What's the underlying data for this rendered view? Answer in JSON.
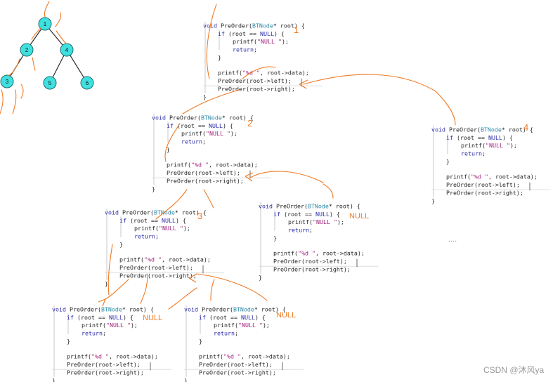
{
  "colors": {
    "node_fill": "#40e0e0",
    "node_stroke": "#1e6f6f",
    "edge": "#2a2a2a",
    "annotation": "#f07a24",
    "keyword": "#2a2aa8",
    "type": "#2b88a8",
    "string": "#a0207a",
    "text": "#222222",
    "guide": "#c7c7c7",
    "watermark": "#9a9a9a"
  },
  "tree": {
    "nodes": [
      {
        "id": "n1",
        "label": "1"
      },
      {
        "id": "n2",
        "label": "2"
      },
      {
        "id": "n4",
        "label": "4"
      },
      {
        "id": "n3",
        "label": "3"
      },
      {
        "id": "n5",
        "label": "5"
      },
      {
        "id": "n6",
        "label": "6"
      }
    ],
    "edges": [
      [
        "n1",
        "n2"
      ],
      [
        "n1",
        "n4"
      ],
      [
        "n2",
        "n3"
      ],
      [
        "n4",
        "n5"
      ],
      [
        "n4",
        "n6"
      ]
    ]
  },
  "code": {
    "header": {
      "kw": "void",
      "fn": " PreOrder(",
      "type": "BTNode",
      "rest": "* root) {"
    },
    "if_line": {
      "kw": "if",
      "rest1": " (root == ",
      "null": "NULL",
      "rest2": ") {"
    },
    "printf_null": {
      "fn": "printf(",
      "str": "\"NULL \"",
      "end": ");"
    },
    "return_line": {
      "kw": "return",
      "end": ";"
    },
    "close_inner": "}",
    "printf_data": {
      "fn": "printf(",
      "str": "\"%d \"",
      "rest": ", root->data);"
    },
    "left_call": "PreOrder(root->left);",
    "right_call": "PreOrder(root->right);",
    "close_outer": "}"
  },
  "frames": [
    {
      "name": "call-1",
      "annotation": "1"
    },
    {
      "name": "call-2",
      "annotation": "2"
    },
    {
      "name": "call-4",
      "annotation": "4"
    },
    {
      "name": "call-3",
      "annotation": "3"
    },
    {
      "name": "call-right-of-2",
      "annotation": "NULL"
    },
    {
      "name": "call-left-of-3",
      "annotation": "NULL"
    },
    {
      "name": "call-right-of-3",
      "annotation": "NULL"
    }
  ],
  "ellipsis": "....",
  "watermark": "CSDN @沐风ya"
}
